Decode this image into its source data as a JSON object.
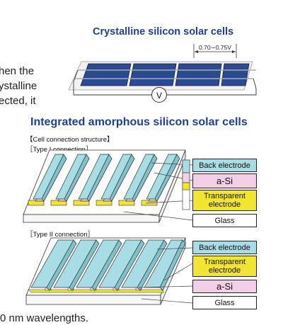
{
  "left_text": {
    "line1": "hen the",
    "line2": "ystalline",
    "line3": "ected, it",
    "bottom": "0 nm wavelengths."
  },
  "crystalline": {
    "title": "Crystalline silicon solar cells",
    "voltage": "0.70∼0.75V",
    "meter": "V"
  },
  "amorphous": {
    "title": "Integrated amorphous silicon solar cells",
    "structure_label": "【Cell connection structure】",
    "type1": {
      "label": "［Type I connection］",
      "layers": [
        {
          "text": "Back electrode",
          "color": "#a8dde6"
        },
        {
          "text": "a-Si",
          "color": "#f2cfe6"
        },
        {
          "text": "Transparent electrode",
          "color": "#f2e531"
        },
        {
          "text": "Glass",
          "color": "#ffffff"
        }
      ]
    },
    "type2": {
      "label": "［Type II connection］",
      "layers": [
        {
          "text": "Back electrode",
          "color": "#a8dde6"
        },
        {
          "text": "Transparent electrode",
          "color": "#f2e531"
        },
        {
          "text": "a-Si",
          "color": "#f2cfe6"
        },
        {
          "text": "Glass",
          "color": "#ffffff"
        }
      ]
    }
  }
}
